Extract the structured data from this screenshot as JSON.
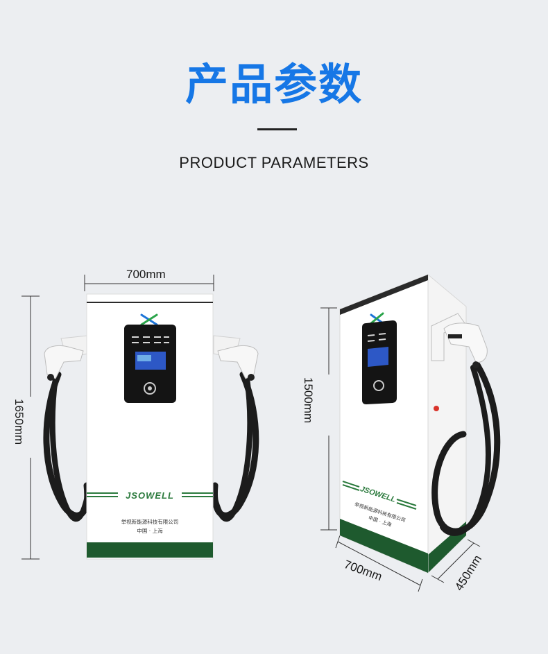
{
  "heading": {
    "title_cn": "产品参数",
    "title_en": "PRODUCT PARAMETERS"
  },
  "dimensions": {
    "front_width": "700mm",
    "front_height": "1650mm",
    "side_height": "1500mm",
    "side_width": "700mm",
    "side_depth": "450mm"
  },
  "charger": {
    "brand": "JSOWELL",
    "company": "举视新能源科技有限公司",
    "location": "中国 · 上海"
  },
  "colors": {
    "title_blue": "#1677e6",
    "panel_green": "#1e5a2e",
    "cabinet_white": "#ffffff"
  }
}
